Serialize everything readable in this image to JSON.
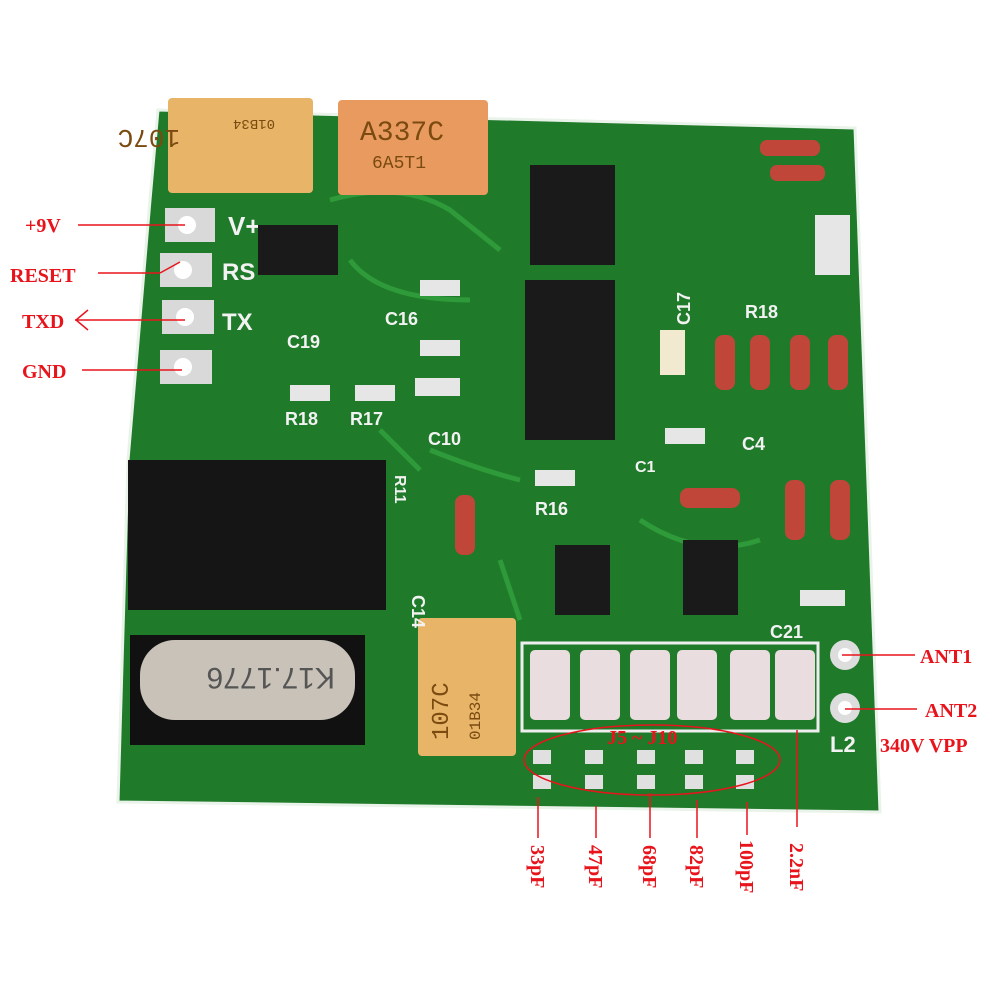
{
  "colors": {
    "annotation": "#e8141c",
    "pcb": "#1f7a2a",
    "silkscreen": "#f2f2f2",
    "ic": "#1a1a1a",
    "tantalum": "#e8b468"
  },
  "component_markings": {
    "cap1": "107C",
    "cap1_code": "01B34",
    "cap2": "A337C",
    "cap2_code": "6A5T1",
    "cap3": "107C",
    "cap3_code": "01B34",
    "crystal": "K17.1776"
  },
  "silkscreen": {
    "vplus": "V+",
    "rs": "RS",
    "tx": "TX",
    "c19": "C19",
    "c16": "C16",
    "c10": "C10",
    "r18": "R18",
    "r17": "R17",
    "r16": "R16",
    "c17": "C17",
    "c4": "C4",
    "c1": "C1",
    "c14": "C14",
    "c21": "C21",
    "l2": "L2",
    "r11": "R11"
  },
  "pins": [
    {
      "label": "+9V",
      "arrow": "line"
    },
    {
      "label": "RESET",
      "arrow": "line"
    },
    {
      "label": "TXD",
      "arrow": "arrow"
    },
    {
      "label": "GND",
      "arrow": "line"
    }
  ],
  "antenna": {
    "ant1": "ANT1",
    "ant2": "ANT2",
    "voltage": "340V VPP"
  },
  "jumpers": {
    "group_label": "J5 ~ J10",
    "capacitors": [
      "33pF",
      "47pF",
      "68pF",
      "82pF",
      "100pF",
      "2.2nF"
    ]
  }
}
